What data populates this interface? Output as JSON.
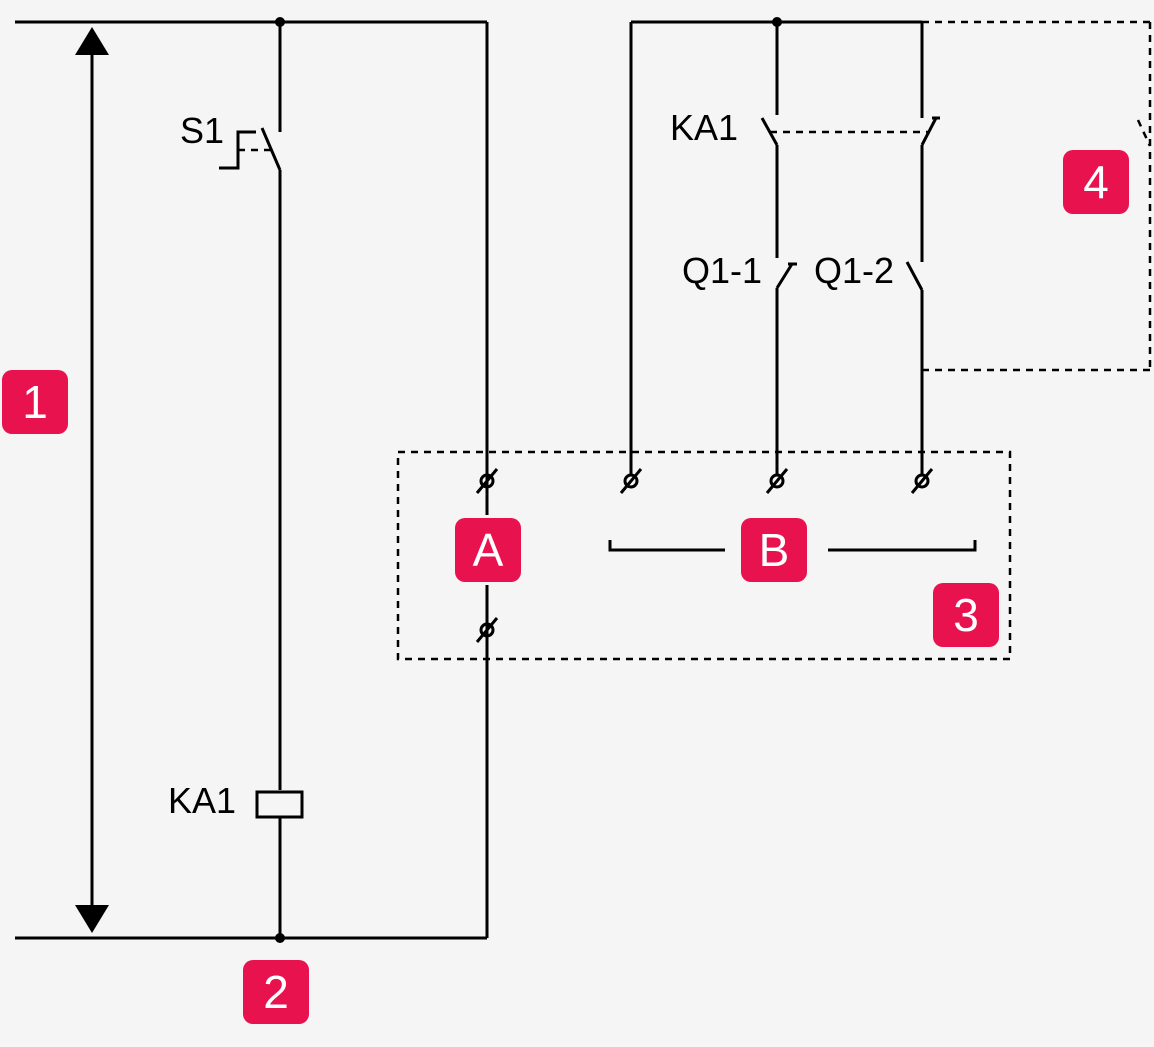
{
  "diagram": {
    "labels": {
      "switch_s1": "S1",
      "coil_ka1": "KA1",
      "contact_ka1": "KA1",
      "contact_q1_1": "Q1-1",
      "contact_q1_2": "Q1-2"
    },
    "badges": {
      "b1": "1",
      "b2": "2",
      "b3": "3",
      "b4": "4",
      "bA": "A",
      "bB": "B"
    },
    "colors": {
      "badge": "#e8124f",
      "background": "#f5f5f5",
      "line": "#000000"
    }
  }
}
